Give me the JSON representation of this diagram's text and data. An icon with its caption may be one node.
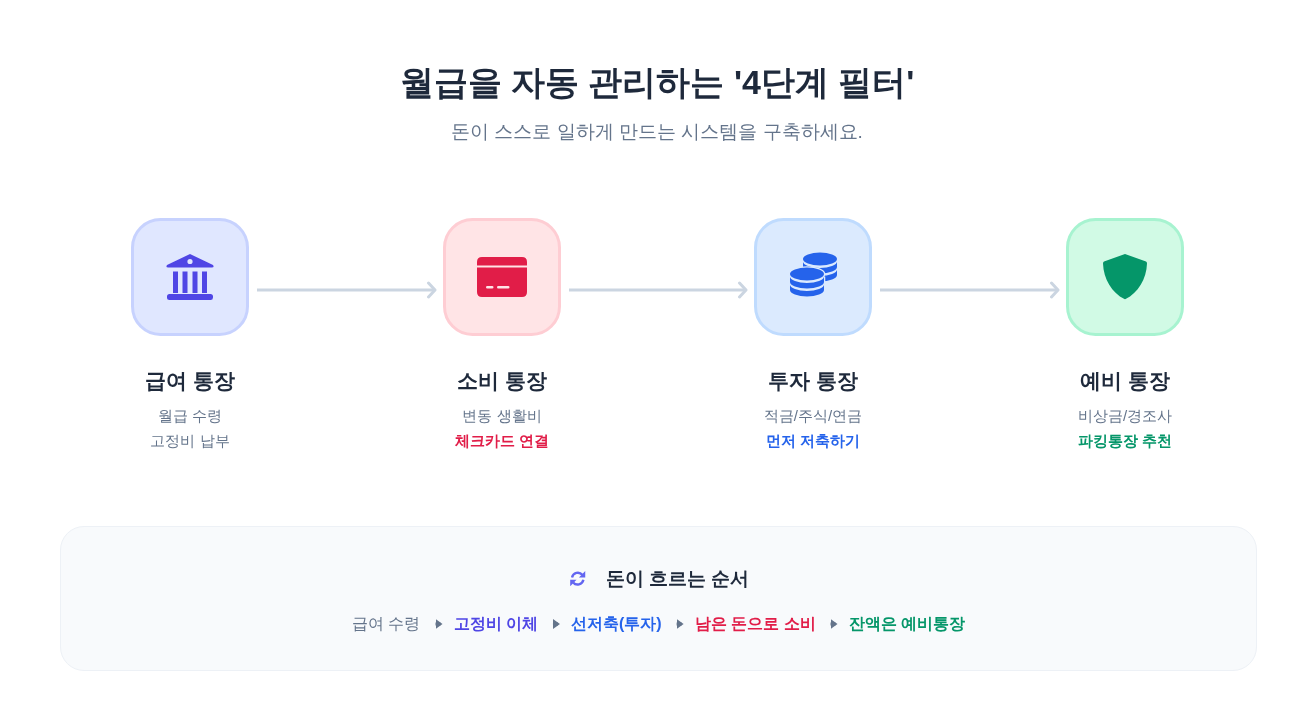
{
  "diagram": {
    "title": "월급을 자동 관리하는 '4단계 필터'",
    "nodes": [
      {
        "text": [
          "급여 통장",
          "월급 수령",
          "고정비 납부"
        ]
      },
      {
        "text": [
          "소비 통장",
          "변동 생활비",
          "체크카드 연결"
        ]
      },
      {
        "text": [
          "투자 통장",
          "적금/주식/연금",
          "먼저 저축하기"
        ]
      },
      {
        "text": [
          "예비 통장",
          "비상금/경조사",
          "파킹통장 추천"
        ]
      },
      {
        "text": [
          "돈이 흐르는 순서"
        ]
      },
      {
        "text": [
          "급여 수령"
        ],
        "in": 4
      },
      {
        "text": [
          "고정비 이체"
        ],
        "in": 4
      },
      {
        "text": [
          "선저축(투자)"
        ],
        "in": 4
      },
      {
        "text": [
          "남은 돈으로 소비"
        ],
        "in": 4
      },
      {
        "text": [
          "잔액은 예비통장"
        ],
        "in": 4
      }
    ],
    "edges": [
      {
        "from": 0,
        "to": 1,
        "arrow": "to",
        "color": "#cbd5e1"
      },
      {
        "from": 1,
        "to": 2,
        "arrow": "to",
        "color": "#cbd5e1"
      },
      {
        "from": 2,
        "to": 3,
        "arrow": "to",
        "color": "#cbd5e1"
      },
      {
        "from": 5,
        "to": 6,
        "arrow": "to"
      },
      {
        "from": 6,
        "to": 7,
        "arrow": "to"
      },
      {
        "from": 7,
        "to": 8,
        "arrow": "to"
      },
      {
        "from": 8,
        "to": 9,
        "arrow": "to"
      }
    ],
    "labels": [
      "돈이 스스로 일하게 만드는 시스템을 구축하세요."
    ]
  }
}
